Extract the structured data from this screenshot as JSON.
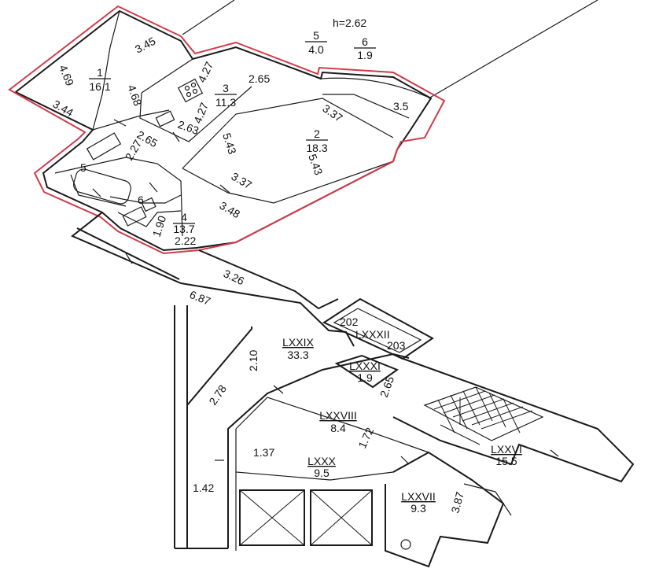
{
  "ceiling_height": "h=2.62",
  "colors": {
    "outline": "#d23a4a",
    "ink": "#1a1a1a"
  },
  "rooms": [
    {
      "id": "1",
      "num": "1",
      "area": "16.1"
    },
    {
      "id": "2",
      "num": "2",
      "area": "18.3"
    },
    {
      "id": "3",
      "num": "3",
      "area": "11.3"
    },
    {
      "id": "4",
      "num": "4",
      "area": "13.7"
    },
    {
      "id": "5",
      "num": "5",
      "area": "4.0"
    },
    {
      "id": "6",
      "num": "6",
      "area": "1.9"
    },
    {
      "id": "lxxix",
      "num": "LXXIX",
      "area": "33.3"
    },
    {
      "id": "lxxxi",
      "num": "LXXXI",
      "area": "1.9"
    },
    {
      "id": "lxxviii",
      "num": "LXXVIII",
      "area": "8.4"
    },
    {
      "id": "lxxx",
      "num": "LXXX",
      "area": "9.5"
    },
    {
      "id": "lxxvi",
      "num": "LXXVI",
      "area": "15.5"
    },
    {
      "id": "lxxvii",
      "num": "LXXVII",
      "area": "9.3"
    }
  ],
  "plain_labels": [
    "5",
    "6",
    "202",
    "LXXXII",
    "203"
  ],
  "dimensions": [
    "3.45",
    "4.69",
    "4.68",
    "3.44",
    "4.27",
    "4.27",
    "2.65",
    "2.63",
    "2.65",
    "2.27",
    "5.43",
    "5.43",
    "3.37",
    "3.37",
    "3.48",
    "3.5",
    "1.90",
    "2.22",
    "3.26",
    "6.87",
    "2.10",
    "2.78",
    "1.37",
    "1.72",
    "1.42",
    "3.87",
    "2.65"
  ]
}
